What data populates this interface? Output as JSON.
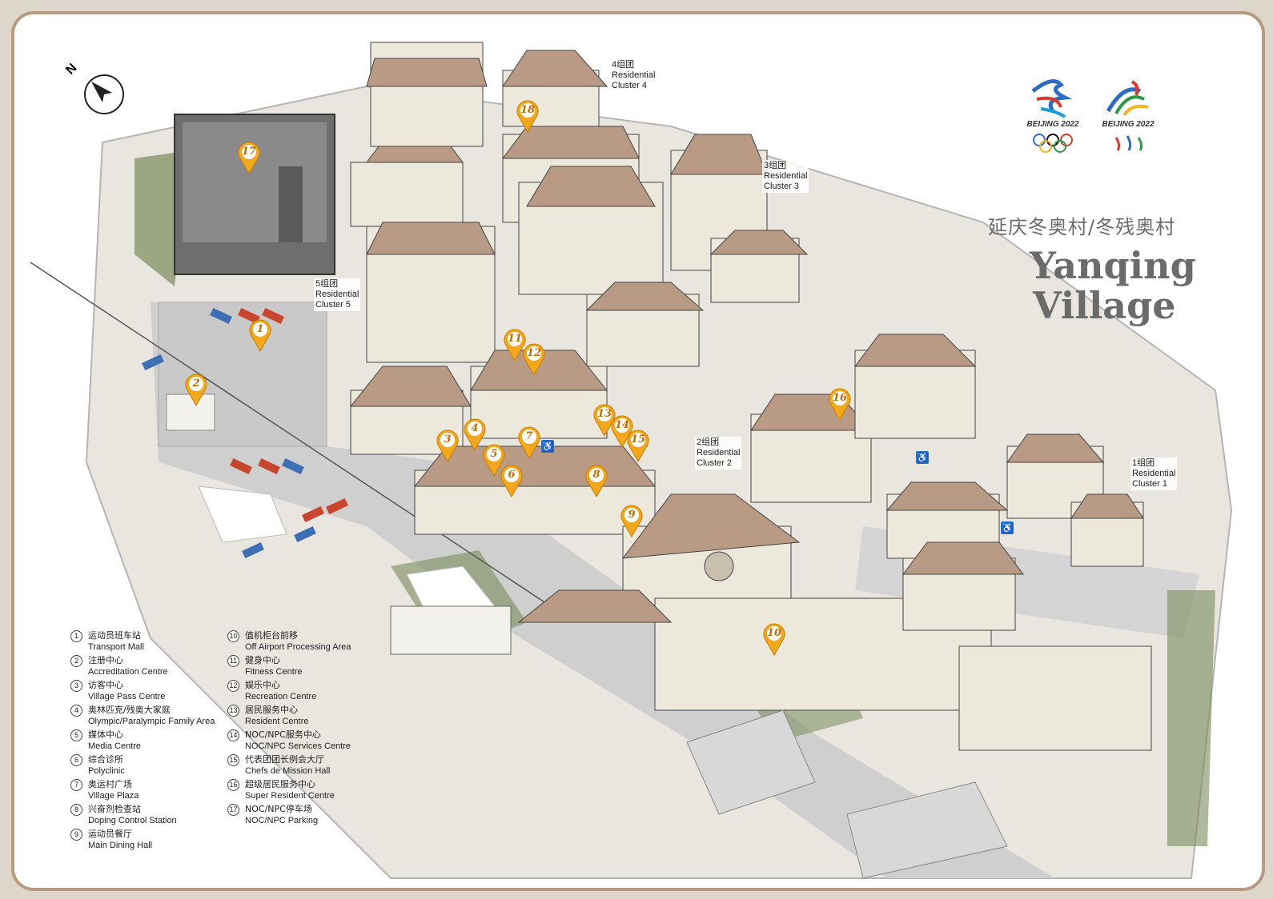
{
  "title": {
    "cn": "延庆冬奥村/冬残奥村",
    "en_line1": "Yanqing",
    "en_line2": "Village"
  },
  "logos": {
    "olympic_caption": "BEIJING 2022",
    "paralympic_caption": "BEIJING 2022"
  },
  "compass": {
    "letter": "N"
  },
  "clusters": [
    {
      "cn": "1组团",
      "en1": "Residential",
      "en2": "Cluster 1"
    },
    {
      "cn": "2组团",
      "en1": "Residential",
      "en2": "Cluster 2"
    },
    {
      "cn": "3组团",
      "en1": "Residential",
      "en2": "Cluster 3"
    },
    {
      "cn": "4组团",
      "en1": "Residential",
      "en2": "Cluster  4"
    },
    {
      "cn": "5组团",
      "en1": "Residential",
      "en2": "Cluster  5"
    }
  ],
  "legend": [
    {
      "num": "1",
      "cn": "运动员班车站",
      "en": "Transport Mall"
    },
    {
      "num": "2",
      "cn": "注册中心",
      "en": "Accreditation Centre"
    },
    {
      "num": "3",
      "cn": "访客中心",
      "en": "Village Pass Centre"
    },
    {
      "num": "4",
      "cn": "奥林匹克/残奥大家庭",
      "en": "Olympic/Paralympic Family Area"
    },
    {
      "num": "5",
      "cn": "媒体中心",
      "en": "Media Centre"
    },
    {
      "num": "6",
      "cn": "综合诊所",
      "en": "Polyclinic"
    },
    {
      "num": "7",
      "cn": "奥运村广场",
      "en": "Village Plaza"
    },
    {
      "num": "8",
      "cn": "兴奋剂检查站",
      "en": "Doping Control Station"
    },
    {
      "num": "9",
      "cn": "运动员餐厅",
      "en": "Main Dining Hall"
    },
    {
      "num": "10",
      "cn": "值机柜台前移",
      "en": "Off Airport Processing Area"
    },
    {
      "num": "11",
      "cn": "健身中心",
      "en": "Fitness Centre"
    },
    {
      "num": "12",
      "cn": "娱乐中心",
      "en": "Recreation Centre"
    },
    {
      "num": "13",
      "cn": "居民服务中心",
      "en": "Resident Centre"
    },
    {
      "num": "14",
      "cn": "NOC/NPC服务中心",
      "en": "NOC/NPC Services Centre"
    },
    {
      "num": "15",
      "cn": "代表团团长例会大厅",
      "en": "Chefs de Mission Hall"
    },
    {
      "num": "16",
      "cn": "超级居民服务中心",
      "en": "Super Resident Centre"
    },
    {
      "num": "17",
      "cn": "NOC/NPC停车场",
      "en": "NOC/NPC Parking"
    }
  ],
  "pins": [
    {
      "num": "1"
    },
    {
      "num": "2"
    },
    {
      "num": "3"
    },
    {
      "num": "4"
    },
    {
      "num": "5"
    },
    {
      "num": "6"
    },
    {
      "num": "7"
    },
    {
      "num": "8"
    },
    {
      "num": "9"
    },
    {
      "num": "10"
    },
    {
      "num": "11"
    },
    {
      "num": "12"
    },
    {
      "num": "13"
    },
    {
      "num": "14"
    },
    {
      "num": "15"
    },
    {
      "num": "16"
    },
    {
      "num": "17"
    },
    {
      "num": "18"
    }
  ],
  "colors": {
    "frame": "#b89a80",
    "roof": "#b89a85",
    "wall": "#ece8dc",
    "road": "#c9c9c9",
    "green": "#7a8a5a",
    "pin": "#f3a81c"
  },
  "icons": {
    "accessible": "wheelchair-icon",
    "north_arrow": "north-arrow-icon"
  }
}
